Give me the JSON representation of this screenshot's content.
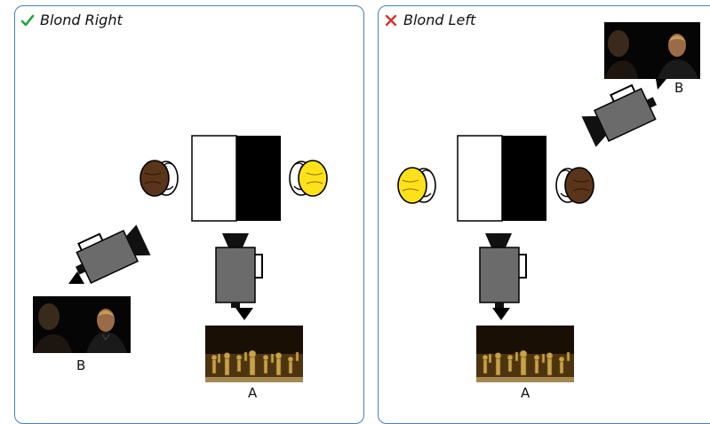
{
  "colors": {
    "panel_border": "#4a7fbf",
    "correct_mark": "#22a33a",
    "wrong_mark": "#d9302c",
    "blond_hair": "#ffe11a",
    "dark_hair": "#5a3519",
    "camera_body": "#6b6b6b"
  },
  "panels": [
    {
      "title": "Blond Right",
      "status_icon": "checkmark-icon",
      "camera_a_label": "A",
      "camera_b_label": "B"
    },
    {
      "title": "Blond Left",
      "status_icon": "cross-icon",
      "camera_a_label": "A",
      "camera_b_label": "B"
    }
  ]
}
